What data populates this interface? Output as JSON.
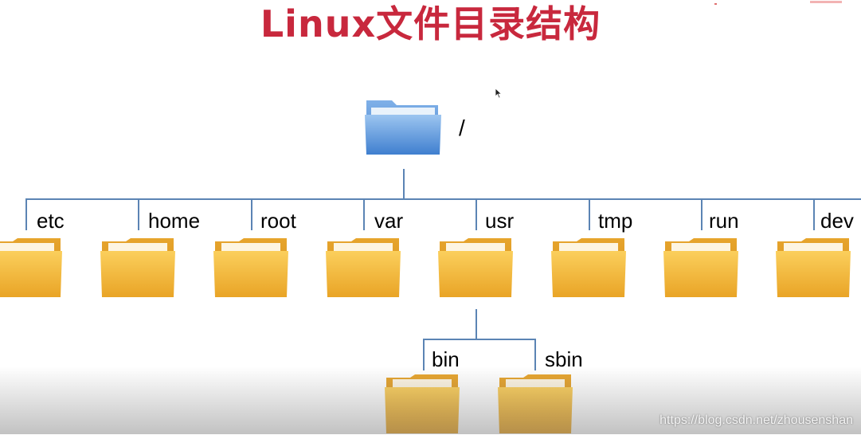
{
  "title": "Linux文件目录结构",
  "root": {
    "label": "/",
    "icon": "blue-folder-icon",
    "color": "#6fa3e0"
  },
  "level1": [
    {
      "label": "etc"
    },
    {
      "label": "home"
    },
    {
      "label": "root"
    },
    {
      "label": "var"
    },
    {
      "label": "usr"
    },
    {
      "label": "tmp"
    },
    {
      "label": "run"
    },
    {
      "label": "dev"
    }
  ],
  "usr_children": [
    {
      "label": "bin"
    },
    {
      "label": "sbin"
    }
  ],
  "watermark": "https://blog.csdn.net/zhousenshan",
  "colors": {
    "title": "#c8283d",
    "line": "#5b84b4",
    "folder": "#f3b53a"
  }
}
